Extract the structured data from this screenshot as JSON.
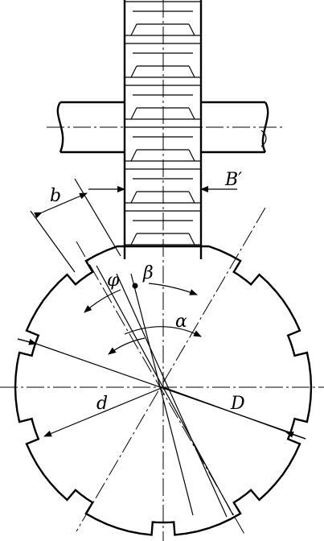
{
  "labels": {
    "b": "b",
    "b_prime": "B′",
    "phi": "φ",
    "beta": "β",
    "alpha": "α",
    "d": "d",
    "D": "D"
  },
  "spline": {
    "tooth_count": 10
  }
}
